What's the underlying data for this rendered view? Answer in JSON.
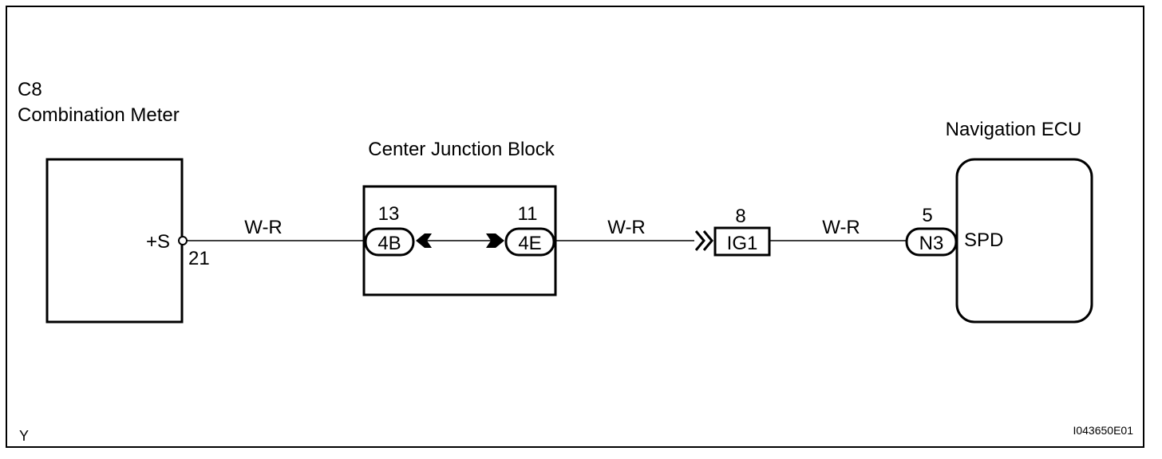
{
  "components": {
    "combination_meter": {
      "code": "C8",
      "name": "Combination Meter",
      "terminal_label": "+S",
      "pin": "21"
    },
    "center_junction_block": {
      "name": "Center Junction Block",
      "left_connector": {
        "code": "4B",
        "pin": "13"
      },
      "right_connector": {
        "code": "4E",
        "pin": "11"
      }
    },
    "ig1_connector": {
      "code": "IG1",
      "pin": "8"
    },
    "navigation_ecu": {
      "name": "Navigation ECU",
      "connector": {
        "code": "N3",
        "pin": "5"
      },
      "terminal_label": "SPD"
    }
  },
  "wires": [
    {
      "id": "wire-meter-to-jb",
      "color_code": "W-R"
    },
    {
      "id": "wire-jb-to-ig1",
      "color_code": "W-R"
    },
    {
      "id": "wire-ig1-to-ecu",
      "color_code": "W-R"
    }
  ],
  "footer": {
    "left_mark": "Y",
    "figure_id": "I043650E01"
  },
  "colors": {
    "line": "#000000",
    "background": "#ffffff"
  }
}
